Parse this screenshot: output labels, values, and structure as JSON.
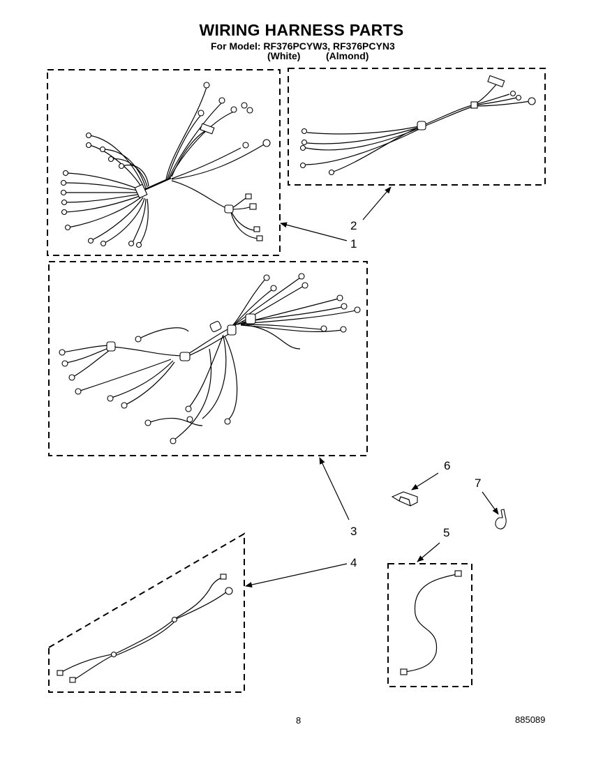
{
  "title": "WIRING HARNESS PARTS",
  "model_line": "For Model: RF376PCYW3, RF376PCYN3",
  "color_white": "(White)",
  "color_almond": "(Almond)",
  "callouts": [
    "1",
    "2",
    "3",
    "4",
    "5",
    "6",
    "7"
  ],
  "page_number": "8",
  "document_number": "885089"
}
